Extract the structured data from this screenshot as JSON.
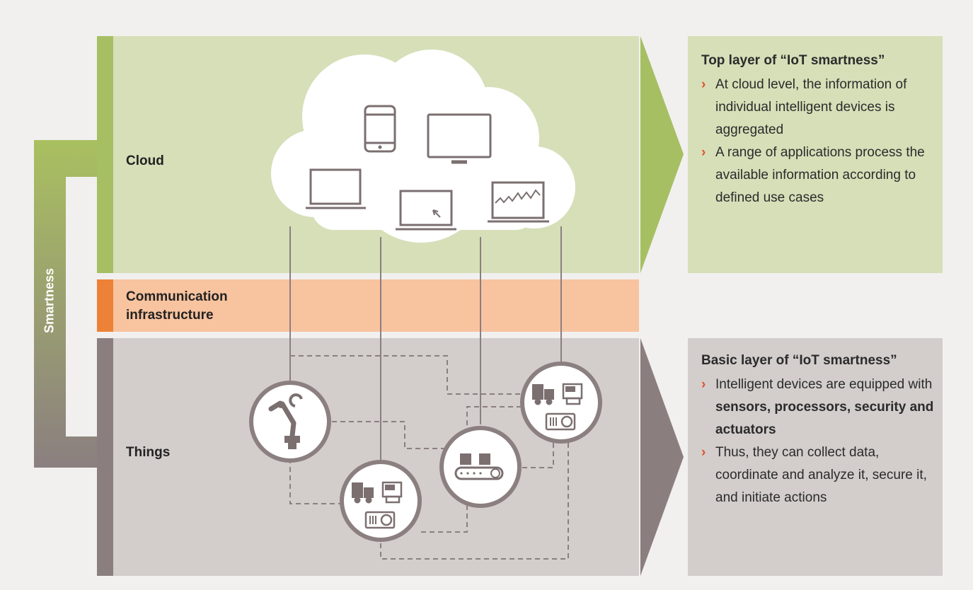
{
  "axis_label": "Smartness",
  "layers": {
    "cloud": "Cloud",
    "communication": "Communication infrastructure",
    "things": "Things"
  },
  "top_panel": {
    "title": "Top layer of “IoT smartness”",
    "bullets": [
      "At cloud level, the information of individual intelligent devices is aggregated",
      "A range of applications process the available information according to defined use cases"
    ]
  },
  "bottom_panel": {
    "title": "Basic layer of “IoT smartness”",
    "bullet1_pre": "Intelligent devices are equipped with ",
    "bullet1_bold": "sensors, processors, security and actuators",
    "bullet2": "Thus, they can collect data, coordinate and analyze it, secure it, and initiate actions"
  },
  "bullet_marker": "›",
  "colors": {
    "cloud_band": "#d6dfb8",
    "cloud_accent": "#a6bf63",
    "communication_band": "#f8c39f",
    "communication_accent": "#ed8137",
    "things_band": "#d3cdcc",
    "things_accent": "#8b7e7e",
    "icon_stroke": "#7b6f70",
    "chevron": "#e0522a"
  }
}
